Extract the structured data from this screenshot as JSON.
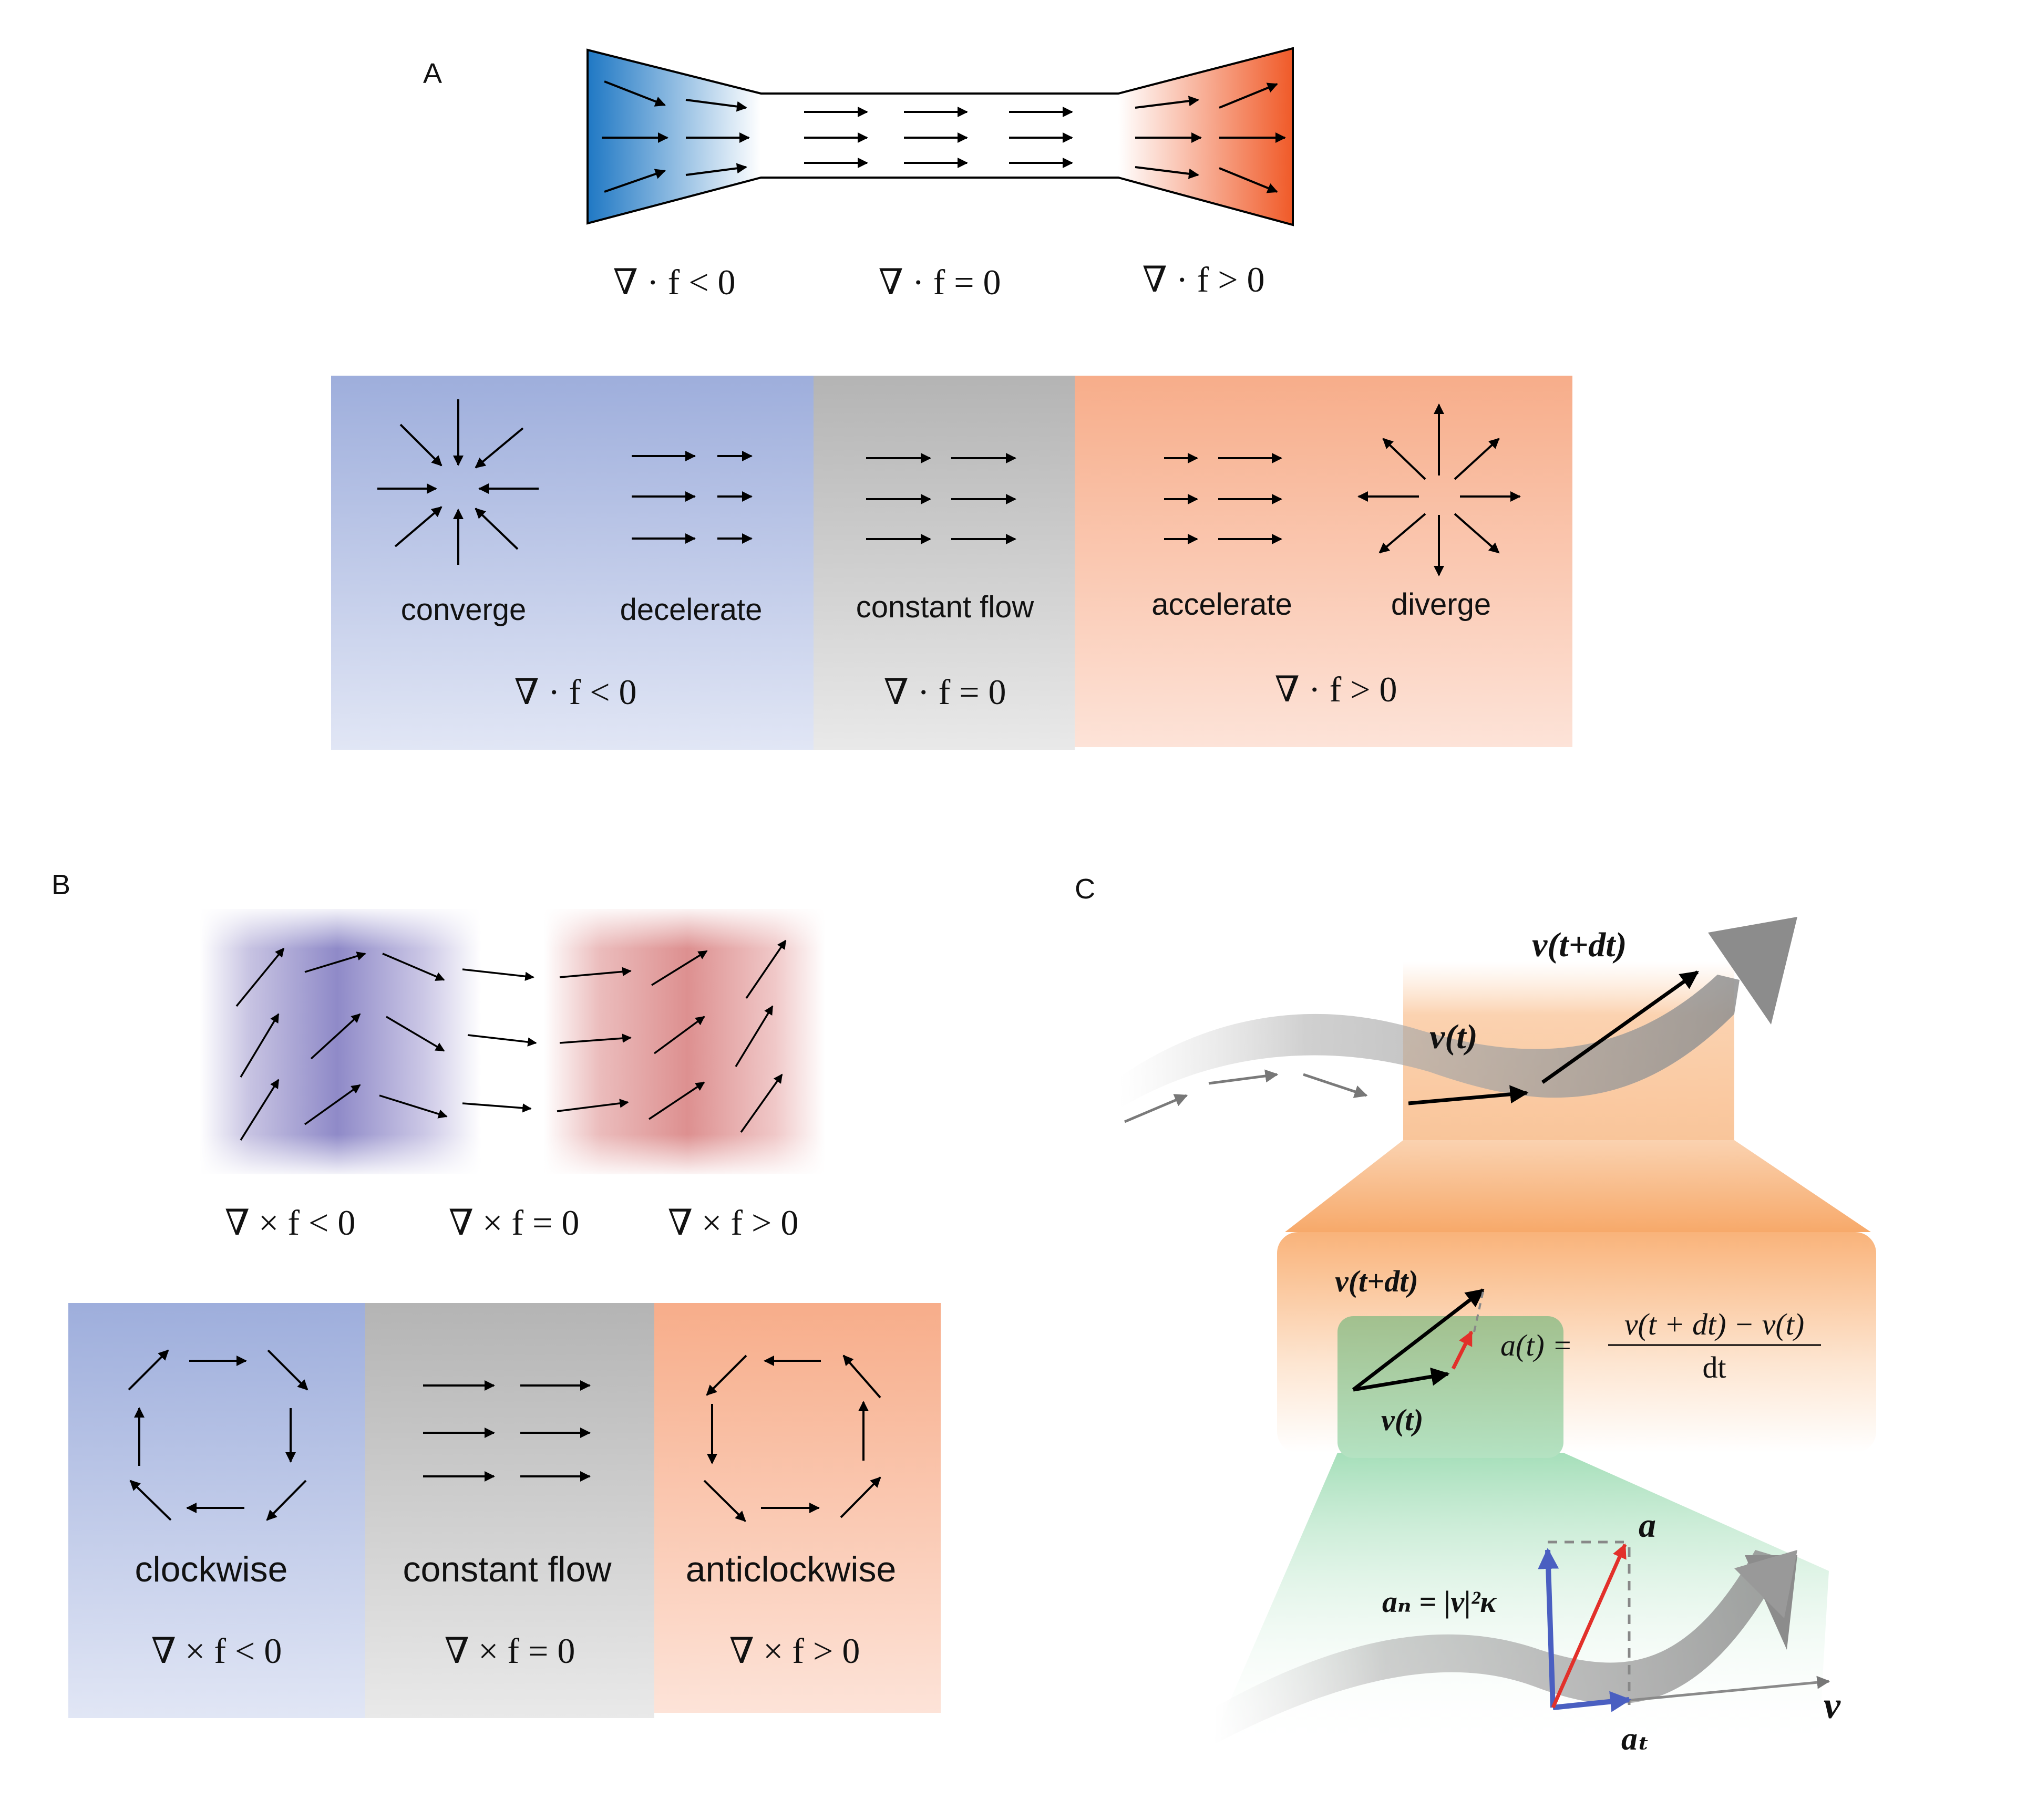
{
  "panels": {
    "A": {
      "label": "A",
      "nozzle_formulas": [
        "∇ · f < 0",
        "∇ · f = 0",
        "∇ · f > 0"
      ],
      "boxes": [
        {
          "captions": [
            "converge",
            "decelerate"
          ],
          "formula": "∇ · f < 0"
        },
        {
          "captions": [
            "constant flow"
          ],
          "formula": "∇ · f = 0"
        },
        {
          "captions": [
            "accelerate",
            "diverge"
          ],
          "formula": "∇ · f > 0"
        }
      ]
    },
    "B": {
      "label": "B",
      "field_formulas": [
        "∇ × f < 0",
        "∇ × f = 0",
        "∇ × f > 0"
      ],
      "boxes": [
        {
          "caption": "clockwise",
          "formula": "∇ × f < 0"
        },
        {
          "caption": "constant flow",
          "formula": "∇ × f = 0"
        },
        {
          "caption": "anticlockwise",
          "formula": "∇ × f > 0"
        }
      ]
    },
    "C": {
      "label": "C",
      "v_t_dt": "v(t+dt)",
      "v_t": "v(t)",
      "inset_v_t_dt": "v(t+dt)",
      "inset_v_t": "v(t)",
      "accel_lhs": "a(t) =",
      "accel_numerator": "v(t + dt) − v(t)",
      "accel_denominator": "dt",
      "a": "a",
      "a_n": "aₙ = |v|²κ",
      "a_t": "aₜ",
      "v": "v"
    }
  },
  "colors": {
    "blue": "#1f78c4",
    "orange_red": "#f05a28",
    "box_blue": "#9eaedc",
    "box_gray": "#b4b4b4",
    "box_orange": "#f7ad8a",
    "green": "#8fd4a4",
    "accent_red": "#e2302a",
    "accent_blue": "#4a5fc1"
  }
}
